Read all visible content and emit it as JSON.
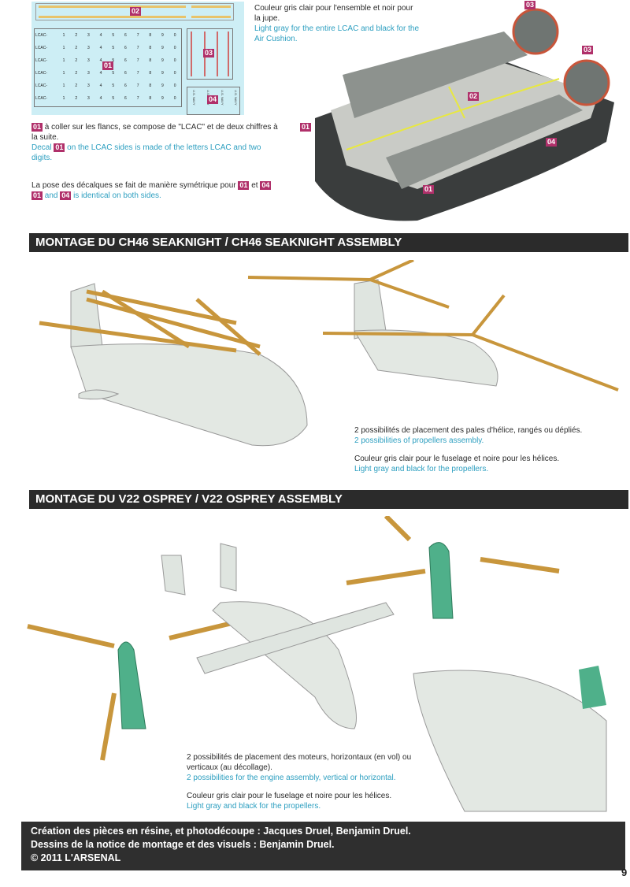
{
  "decal_sheet": {
    "tags": {
      "t01": "01",
      "t02": "02",
      "t03": "03",
      "t04": "04"
    },
    "grid_rows": [
      [
        "LCAC-",
        "1",
        "2",
        "3",
        "4",
        "5",
        "6",
        "7",
        "8",
        "9",
        "0"
      ],
      [
        "LCAC-",
        "1",
        "2",
        "3",
        "4",
        "5",
        "6",
        "7",
        "8",
        "9",
        "0"
      ],
      [
        "LCAC-",
        "1",
        "2",
        "3",
        "4",
        "5",
        "6",
        "7",
        "8",
        "9",
        "0"
      ],
      [
        "LCAC-",
        "1",
        "2",
        "3",
        "4",
        "5",
        "6",
        "7",
        "8",
        "9",
        "0"
      ],
      [
        "LCAC-",
        "1",
        "2",
        "3",
        "4",
        "5",
        "6",
        "7",
        "8",
        "9",
        "0"
      ],
      [
        "LCAC-",
        "1",
        "2",
        "3",
        "4",
        "5",
        "6",
        "7",
        "8",
        "9",
        "0"
      ]
    ],
    "navy_label": "U.S. NAVY"
  },
  "lcac": {
    "color_fr": "Couleur gris clair pour l'ensemble et noir pour la jupe.",
    "color_en": "Light gray for the entire LCAC and black for the Air Cushion.",
    "decal01_fr": "à coller sur les flancs, se compose de \"LCAC\" et de deux chiffres à la suite.",
    "decal01_en_pre": "Decal",
    "decal01_en_post": "on the LCAC sides is made of the letters LCAC and two digits.",
    "sym_fr": "La pose des décalques se fait de manière symétrique pour",
    "sym_fr_and": "et",
    "sym_en_and": "and",
    "sym_en_post": "is identical on both sides."
  },
  "ch46": {
    "header": "MONTAGE DU CH46 SEAKNIGHT / CH46 SEAKNIGHT ASSEMBLY",
    "text1_fr": "2 possibilités de placement des pales d'hélice, rangés ou dépliés.",
    "text1_en": "2 possibilities of propellers assembly.",
    "text2_fr": "Couleur gris clair pour le fuselage et noire pour les hélices.",
    "text2_en": "Light gray and black for the propellers."
  },
  "v22": {
    "header": "MONTAGE DU V22 OSPREY / V22 OSPREY ASSEMBLY",
    "text1_fr": "2 possibilités de placement des moteurs, horizontaux (en vol) ou verticaux (au décollage).",
    "text1_en": "2 possibilities for the engine assembly, vertical or horizontal.",
    "text2_fr": "Couleur gris clair pour le fuselage et noire pour les hélices.",
    "text2_en": "Light gray and black for the propellers."
  },
  "footer": {
    "line1": "Création des pièces en résine, et photodécoupe : Jacques Druel, Benjamin Druel.",
    "line2": "Dessins de la notice de montage et des visuels :  Benjamin Druel.",
    "line3": "© 2011 L'ARSENAL"
  },
  "page_number": "9",
  "colors": {
    "tag": "#b0306a",
    "header_bg": "#2b2b2b",
    "english_text": "#2d9fc0",
    "decal_bg": "#cdeef5",
    "propeller": "#c8963c",
    "engine": "#4fb08a"
  }
}
